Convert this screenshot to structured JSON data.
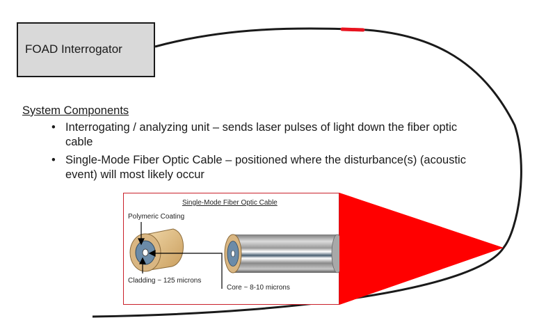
{
  "interrogator": {
    "label": "FOAD Interrogator"
  },
  "components": {
    "heading": "System Components",
    "bullets": [
      {
        "marker": "•",
        "text": "Interrogating / analyzing unit – sends laser pulses of light down the fiber optic cable"
      },
      {
        "marker": "•",
        "text": "Single-Mode Fiber Optic Cable – positioned where the disturbance(s) (acoustic event) will most likely occur"
      }
    ]
  },
  "cable_detail": {
    "title": "Single-Mode Fiber Optic Cable",
    "coating_label": "Polymeric Coating",
    "cladding_label": "Cladding ~ 125 microns",
    "core_label": "Core ~ 8-10 microns"
  },
  "colors": {
    "cable_line": "#1a1a1a",
    "event_marker": "#e8131f",
    "callout_fill": "#ff0000",
    "box_fill": "#d9d9d9",
    "coating_tan": "#d9b682",
    "cladding_blue": "#6b8ba8"
  }
}
